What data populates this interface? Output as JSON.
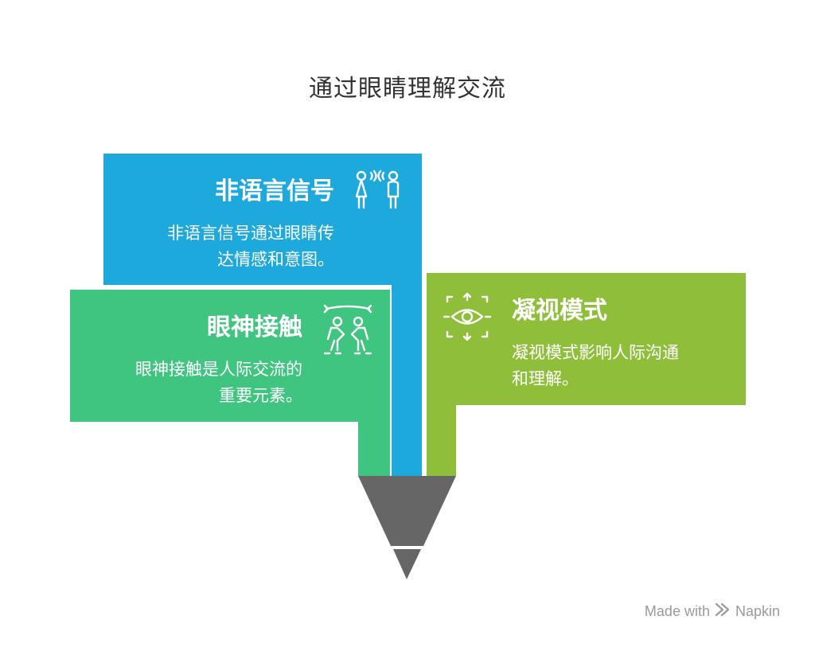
{
  "title": "通过眼睛理解交流",
  "cards": {
    "nonverbal": {
      "title": "非语言信号",
      "line1": "非语言信号通过眼睛传",
      "line2": "达情感和意图。",
      "icon": "two-people-talking-icon",
      "color": "#1ea9dc"
    },
    "eye_contact": {
      "title": "眼神接触",
      "line1": "眼神接触是人际交流的",
      "line2": "重要元素。",
      "icon": "two-people-connected-icon",
      "color": "#3fc57f"
    },
    "gaze": {
      "title": "凝视模式",
      "line1": "凝视模式影响人际沟通",
      "line2": "和理解。",
      "icon": "eye-arrows-icon",
      "color": "#8fbe3b"
    }
  },
  "funnel_color": "#666666",
  "footer": {
    "made_with": "Made with",
    "brand": "Napkin"
  }
}
